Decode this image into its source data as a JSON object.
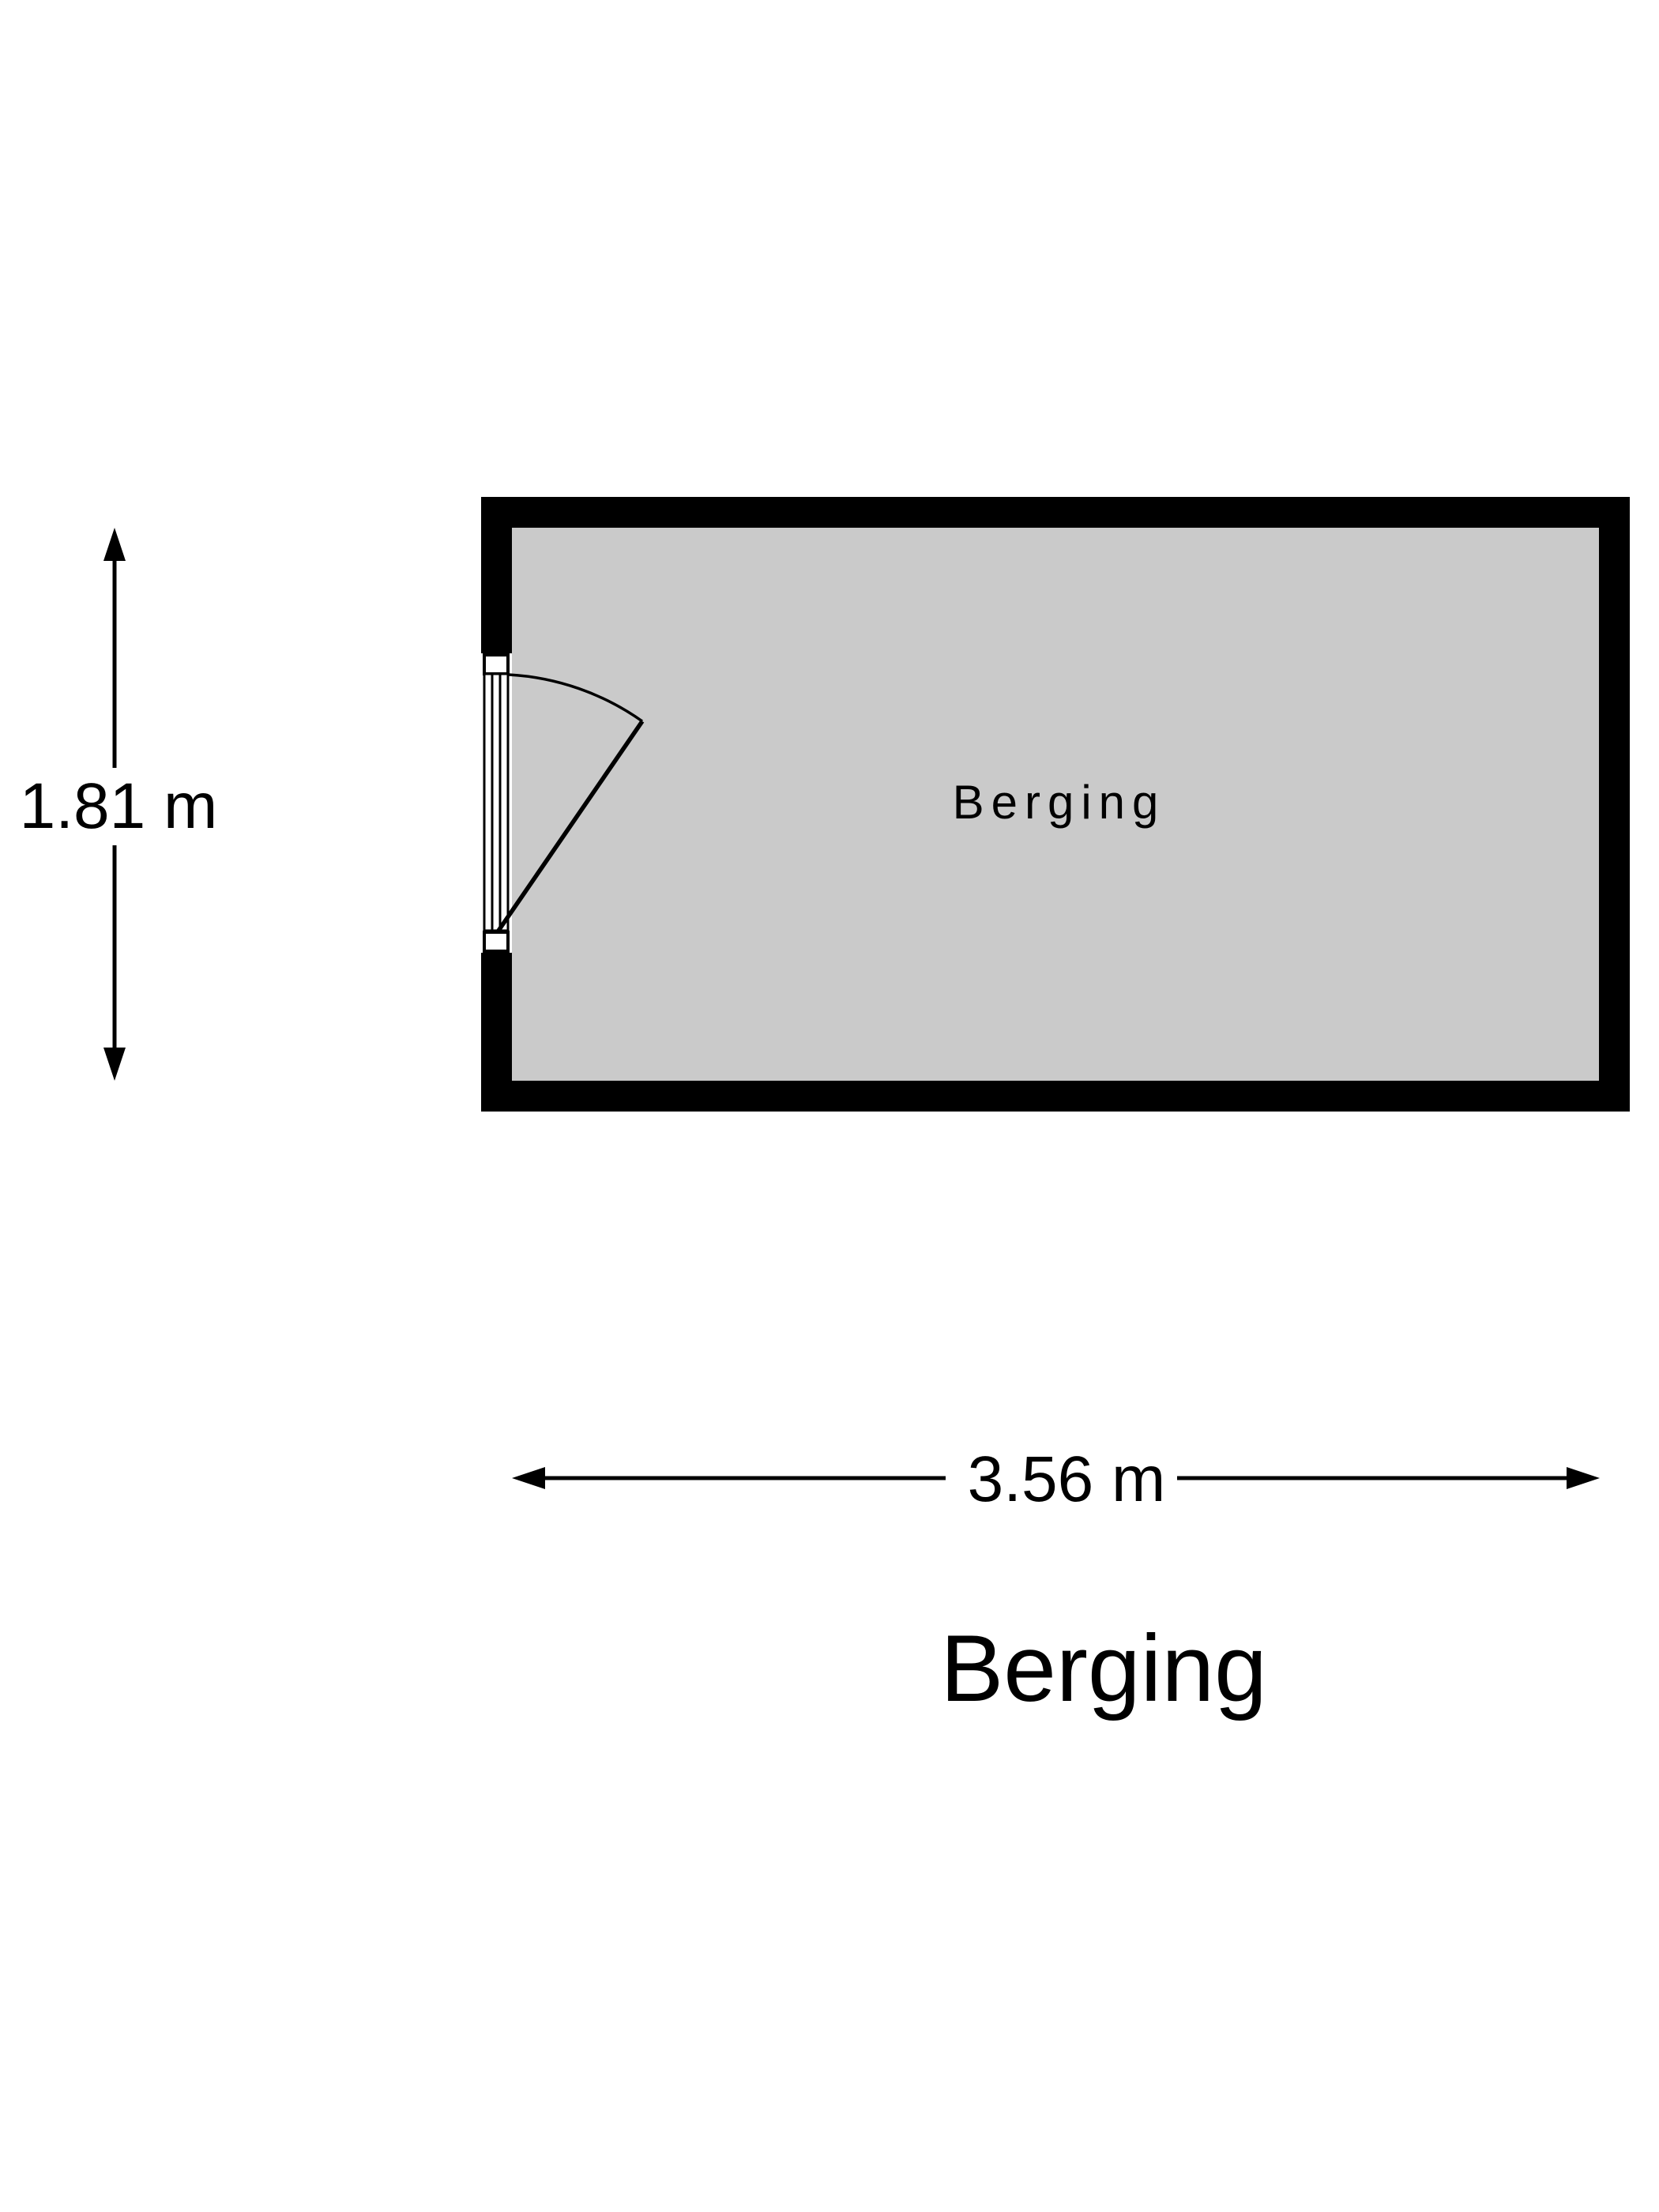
{
  "colors": {
    "background": "#ffffff",
    "wall": "#000000",
    "floor": "#cacaca",
    "line": "#000000",
    "text": "#000000"
  },
  "room": {
    "label": "Berging"
  },
  "dimensions": {
    "height": "1.81 m",
    "width": "3.56 m"
  },
  "title": "Berging"
}
